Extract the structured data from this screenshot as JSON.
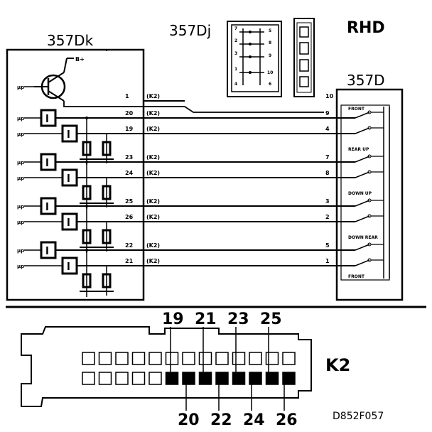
{
  "region_label": "RHD",
  "switch_label": "357Dj",
  "module_label": "357Dk",
  "mirror_label": "357D",
  "supply_label": "B+",
  "module_io_label": "µp",
  "mirror_functions": [
    "FRONT",
    "REAR UP",
    "DOWN UP",
    "DOWN REAR",
    "FRONT"
  ],
  "wires": [
    {
      "module_pin": "1",
      "connector": "(K2)",
      "mirror_pin": "10"
    },
    {
      "module_pin": "20",
      "connector": "(K2)",
      "mirror_pin": "9"
    },
    {
      "module_pin": "19",
      "connector": "(K2)",
      "mirror_pin": "4"
    },
    {
      "module_pin": "23",
      "connector": "(K2)",
      "mirror_pin": "7"
    },
    {
      "module_pin": "24",
      "connector": "(K2)",
      "mirror_pin": "8"
    },
    {
      "module_pin": "25",
      "connector": "(K2)",
      "mirror_pin": "3"
    },
    {
      "module_pin": "26",
      "connector": "(K2)",
      "mirror_pin": "2"
    },
    {
      "module_pin": "22",
      "connector": "(K2)",
      "mirror_pin": "5"
    },
    {
      "module_pin": "21",
      "connector": "(K2)",
      "mirror_pin": "1"
    }
  ],
  "switch_pins": [
    "7",
    "2",
    "3",
    "1",
    "4",
    "5",
    "8",
    "9",
    "10",
    "6"
  ],
  "connector": {
    "label": "K2",
    "top_pins": [
      "19",
      "21",
      "23",
      "25"
    ],
    "bottom_pins": [
      "20",
      "22",
      "24",
      "26"
    ]
  },
  "figure_ref": "D852F057"
}
